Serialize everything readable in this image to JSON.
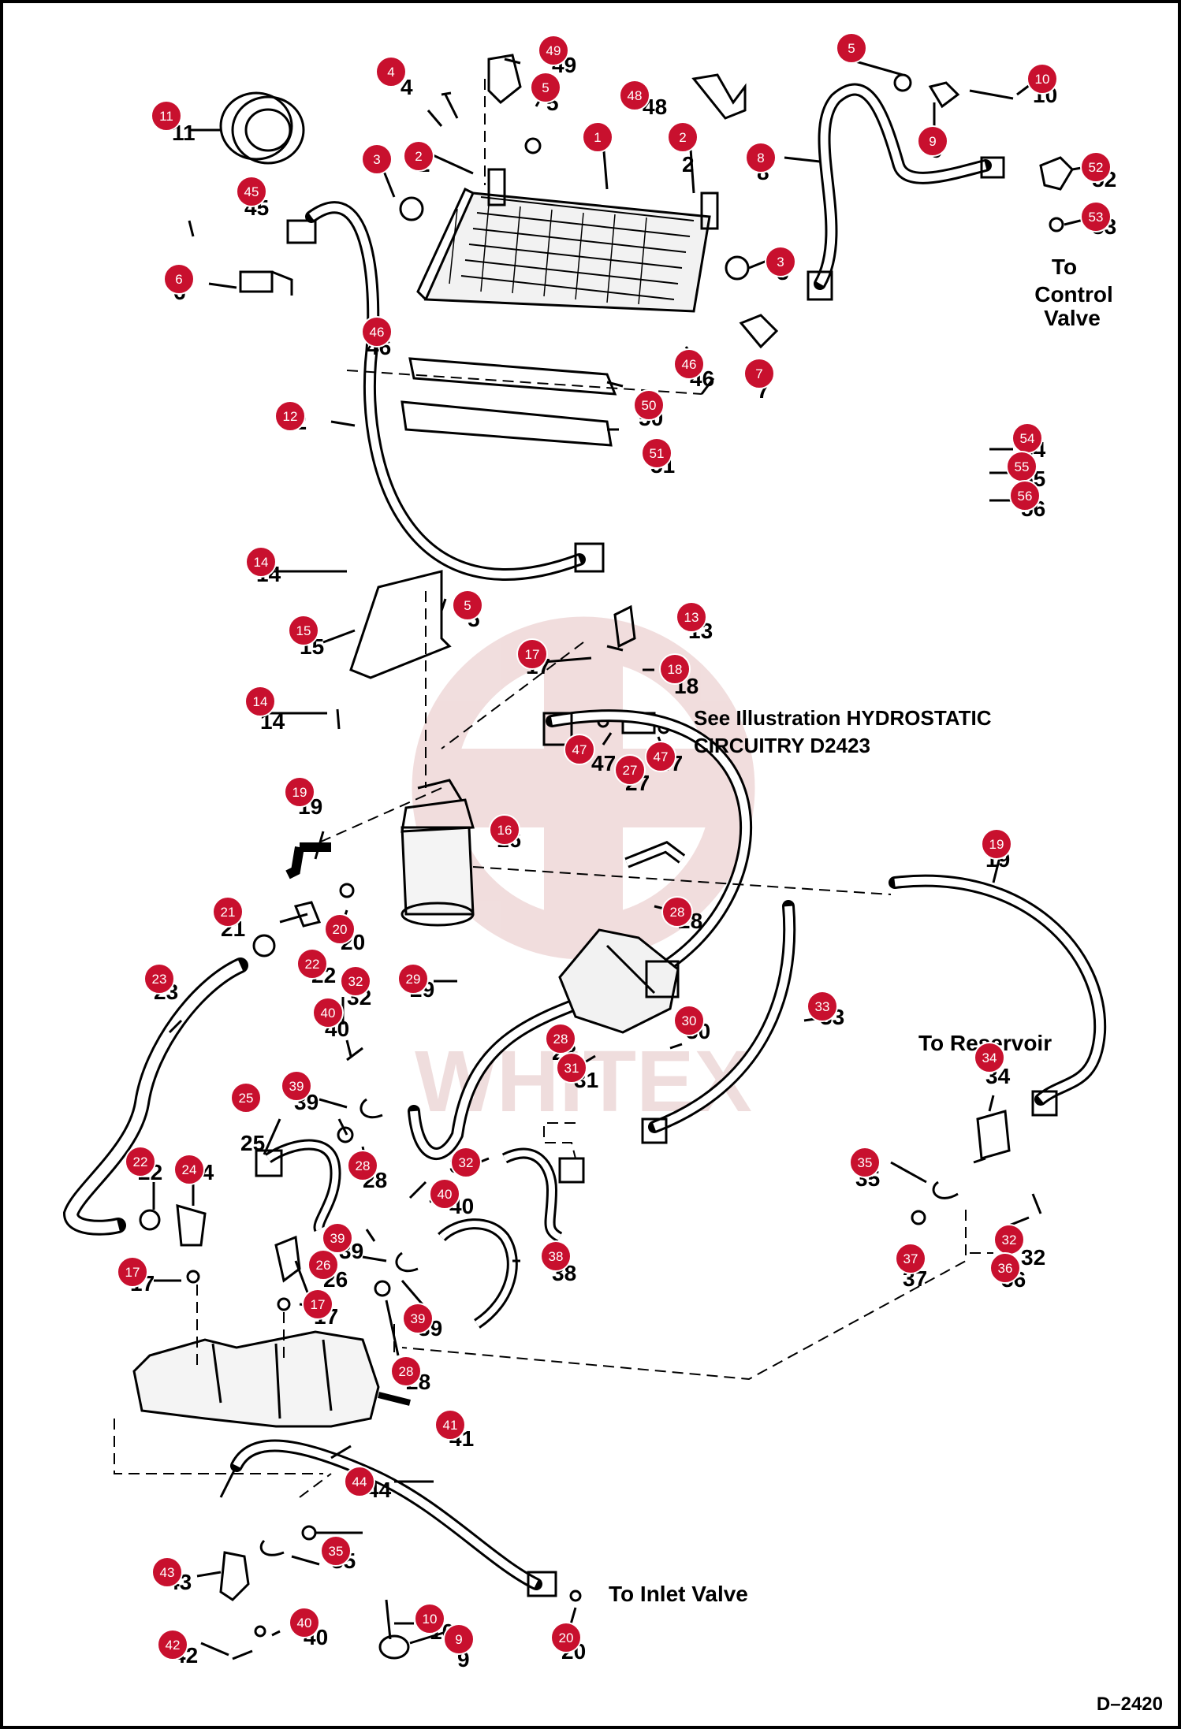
{
  "diagram": {
    "code": "D–2420",
    "watermark": "WHITEX",
    "notes": {
      "control_valve_1": "To",
      "control_valve_2": "Control",
      "control_valve_3": "Valve",
      "hydro_1": "See Illustration HYDROSTATIC",
      "hydro_2": "CIRCUITRY D2423",
      "reservoir": "To Reservoir",
      "inlet": "To Inlet Valve"
    },
    "callouts": [
      {
        "label": "1"
      },
      {
        "label": "2"
      },
      {
        "label": "2"
      },
      {
        "label": "3"
      },
      {
        "label": "3"
      },
      {
        "label": "4"
      },
      {
        "label": "5"
      },
      {
        "label": "5"
      },
      {
        "label": "5"
      },
      {
        "label": "6"
      },
      {
        "label": "7"
      },
      {
        "label": "8"
      },
      {
        "label": "9"
      },
      {
        "label": "9"
      },
      {
        "label": "10"
      },
      {
        "label": "10"
      },
      {
        "label": "11"
      },
      {
        "label": "12"
      },
      {
        "label": "13"
      },
      {
        "label": "14"
      },
      {
        "label": "14"
      },
      {
        "label": "15"
      },
      {
        "label": "16"
      },
      {
        "label": "17"
      },
      {
        "label": "17"
      },
      {
        "label": "17"
      },
      {
        "label": "18"
      },
      {
        "label": "19"
      },
      {
        "label": "19"
      },
      {
        "label": "20"
      },
      {
        "label": "20"
      },
      {
        "label": "21"
      },
      {
        "label": "22"
      },
      {
        "label": "22"
      },
      {
        "label": "23"
      },
      {
        "label": "24"
      },
      {
        "label": "25"
      },
      {
        "label": "26"
      },
      {
        "label": "27"
      },
      {
        "label": "28"
      },
      {
        "label": "28"
      },
      {
        "label": "28"
      },
      {
        "label": "28"
      },
      {
        "label": "29"
      },
      {
        "label": "30"
      },
      {
        "label": "31"
      },
      {
        "label": "32"
      },
      {
        "label": "32"
      },
      {
        "label": "32"
      },
      {
        "label": "33"
      },
      {
        "label": "34"
      },
      {
        "label": "35"
      },
      {
        "label": "35"
      },
      {
        "label": "36"
      },
      {
        "label": "37"
      },
      {
        "label": "38"
      },
      {
        "label": "39"
      },
      {
        "label": "39"
      },
      {
        "label": "39"
      },
      {
        "label": "40"
      },
      {
        "label": "40"
      },
      {
        "label": "40"
      },
      {
        "label": "41"
      },
      {
        "label": "42"
      },
      {
        "label": "43"
      },
      {
        "label": "44"
      },
      {
        "label": "45"
      },
      {
        "label": "46"
      },
      {
        "label": "46"
      },
      {
        "label": "47"
      },
      {
        "label": "47"
      },
      {
        "label": "48"
      },
      {
        "label": "49"
      },
      {
        "label": "50"
      },
      {
        "label": "51"
      },
      {
        "label": "52"
      },
      {
        "label": "53"
      },
      {
        "label": "54"
      },
      {
        "label": "55"
      },
      {
        "label": "56"
      }
    ],
    "colors": {
      "callout": "#c8102e",
      "line": "#000000",
      "watermark": "#e0b8b8"
    }
  }
}
